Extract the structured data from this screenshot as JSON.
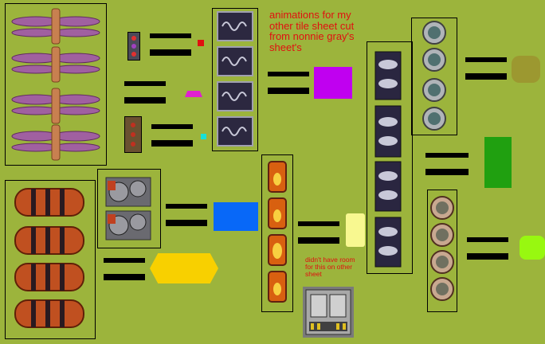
{
  "notes": {
    "main": "animations for my other tile sheet cut from nonnie gray's sheet's",
    "small": "didn't have room for this on other sheet"
  },
  "colors": {
    "background": "#9cb43c",
    "red": "#e01010",
    "magenta": "#e020d0",
    "cyan": "#18e0d8",
    "purple": "#c000f0",
    "blue": "#0868f8",
    "yellow": "#f8d000",
    "pale_yellow": "#f8f890",
    "olive": "#9c9830",
    "green": "#20a010",
    "lime": "#98f810"
  },
  "sprites": {
    "propellers": "purple-propeller-sprite",
    "capsules": "copper-capsule-sprite",
    "gears": "gear-sprite",
    "machinery": "machinery-tile-sprite",
    "flames": "flame-panel-sprite",
    "pipes": "chrome-pipe-sprite",
    "fans": "fan-sprite",
    "door": "metal-door-sprite"
  }
}
